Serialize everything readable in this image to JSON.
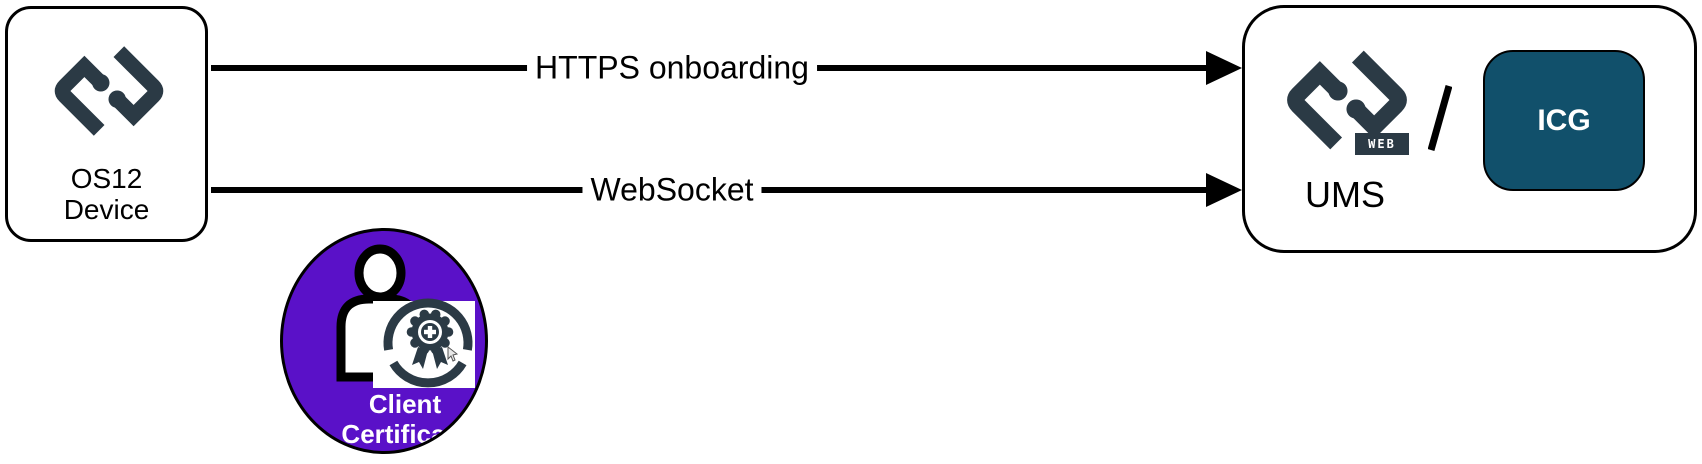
{
  "diagram": {
    "device_box": {
      "line1": "OS12",
      "line2": "Device"
    },
    "arrows": [
      {
        "label": "HTTPS onboarding"
      },
      {
        "label": "WebSocket"
      }
    ],
    "client_certificate": {
      "line1": "Client",
      "line2": "Certificate"
    },
    "ums_box": {
      "separator": "/",
      "icg": "ICG",
      "ums": "UMS",
      "web_badge": "WEB"
    },
    "colors": {
      "brand_dark": "#2b3a45",
      "icg_teal": "#11506b",
      "certificate_purple": "#5a11c8",
      "line_black": "#000000",
      "background": "#ffffff"
    }
  }
}
